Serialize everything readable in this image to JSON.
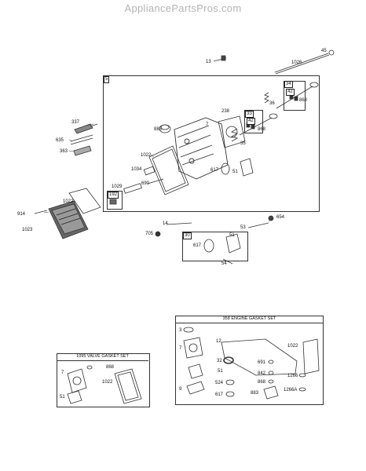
{
  "watermark": "AppliancePartsPros.com",
  "diagram": {
    "main_group_label": "5",
    "sets": {
      "engine": "358 ENGINE GASKET SET",
      "valve": "1095 VALVE GASKET SET"
    },
    "labels": {
      "p13": "13",
      "p1026": "1026",
      "p45": "45",
      "p34": "34",
      "p42a": "42",
      "p868a": "868",
      "p36": "36",
      "p238": "238",
      "p7a": "7",
      "p883a": "883",
      "p33": "33",
      "p42b": "42",
      "p868b": "868",
      "p35": "35",
      "p337": "337",
      "p635": "635",
      "p363": "363",
      "p1022a": "1022",
      "p1034": "1034",
      "p690": "690",
      "p617a": "617",
      "p51a": "51",
      "p1029": "1029",
      "p192": "192",
      "p914": "914",
      "p1022b": "1022",
      "p1023": "1023",
      "p654": "654",
      "p14": "14",
      "p53": "53",
      "p705": "705",
      "p30": "30",
      "p51b": "51",
      "p617b": "617",
      "p54": "54",
      "e3": "3",
      "e7": "7",
      "e12": "12",
      "e1022": "1022",
      "e32": "32",
      "e691": "691",
      "e51": "51",
      "e842": "842",
      "e1266": "1266",
      "e524": "524",
      "e868": "868",
      "e1266a": "1266A",
      "e9": "9",
      "e617": "617",
      "e883": "883",
      "v868": "868",
      "v7": "7",
      "v1022": "1022",
      "v51": "51"
    }
  }
}
